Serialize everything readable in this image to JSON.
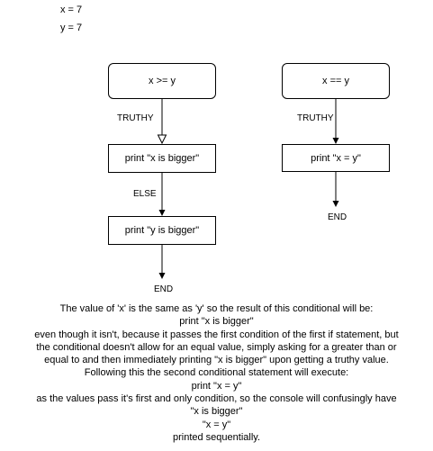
{
  "variables": {
    "x": "x = 7",
    "y": "y = 7"
  },
  "flow_left": {
    "condition": "x >= y",
    "truthy_label": "TRUTHY",
    "action_true": "print \"x is bigger\"",
    "else_label": "ELSE",
    "action_else": "print \"y is bigger\"",
    "end_label": "END"
  },
  "flow_right": {
    "condition": "x == y",
    "truthy_label": "TRUTHY",
    "action_true": "print \"x = y\"",
    "end_label": "END"
  },
  "explanation_lines": [
    "The value of 'x' is the same as 'y' so the result of this conditional will be:",
    "print \"x is bigger\"",
    "even though it isn't, because it passes the first condition of the first if statement, but",
    "the conditional doesn't allow for an equal value, simply asking for a greater than or",
    "equal to and then immediately printing \"x is bigger\" upon getting a truthy value.",
    "Following this the second conditional statement will execute:",
    "print \"x = y\"",
    "as the values pass it's first and only condition, so the console will confusingly have",
    "\"x is bigger\"",
    "\"x = y\"",
    "printed sequentially."
  ]
}
